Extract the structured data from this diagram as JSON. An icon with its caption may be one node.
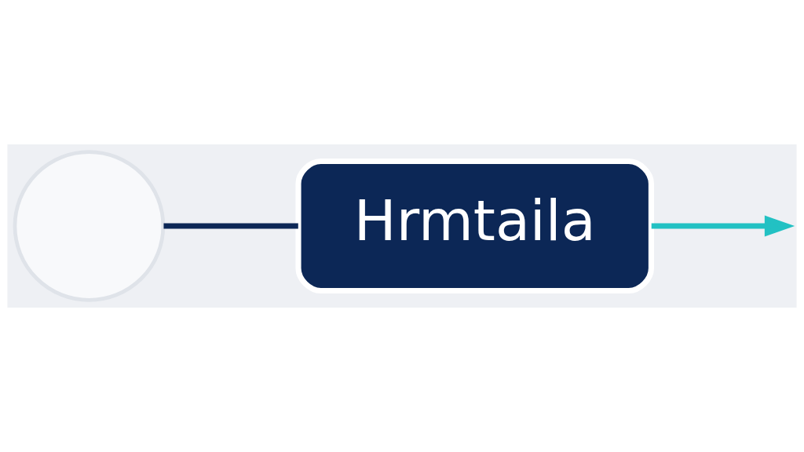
{
  "diagram": {
    "nodes": [
      {
        "text": [],
        "shape": "circle"
      },
      {
        "text": [
          "Hrmtaila"
        ]
      }
    ],
    "edges": [
      {
        "from": 0,
        "to": 1,
        "arrow": "none"
      },
      {
        "from": 1,
        "to": null,
        "arrow": "to",
        "color": "#22c1c3"
      }
    ]
  }
}
